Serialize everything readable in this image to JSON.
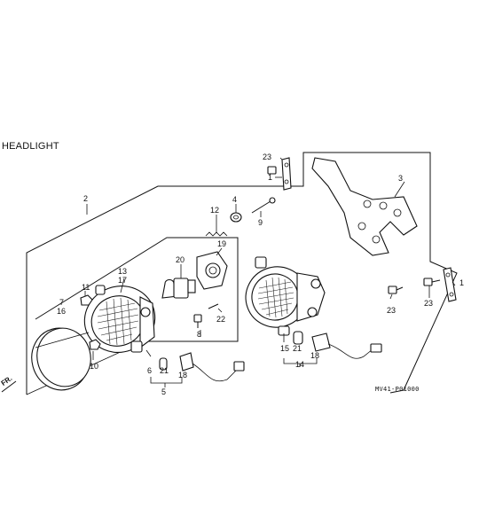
{
  "title": "HEADLIGHT",
  "diagram_code": "MV41-P01000",
  "front_marker": "FR.",
  "callouts": {
    "c1a": "1",
    "c1b": "1",
    "c2": "2",
    "c3": "3",
    "c4": "4",
    "c5": "5",
    "c7": "7",
    "c16": "16",
    "c8": "8",
    "c9": "9",
    "c10": "10",
    "c11": "11",
    "c12": "12",
    "c13": "13",
    "c17": "17",
    "c14": "14",
    "c15": "15",
    "c6": "6",
    "c18a": "18",
    "c18b": "18",
    "c19": "19",
    "c20": "20",
    "c21a": "21",
    "c21b": "21",
    "c22": "22",
    "c23a": "23",
    "c23b": "23",
    "c23c": "23"
  }
}
